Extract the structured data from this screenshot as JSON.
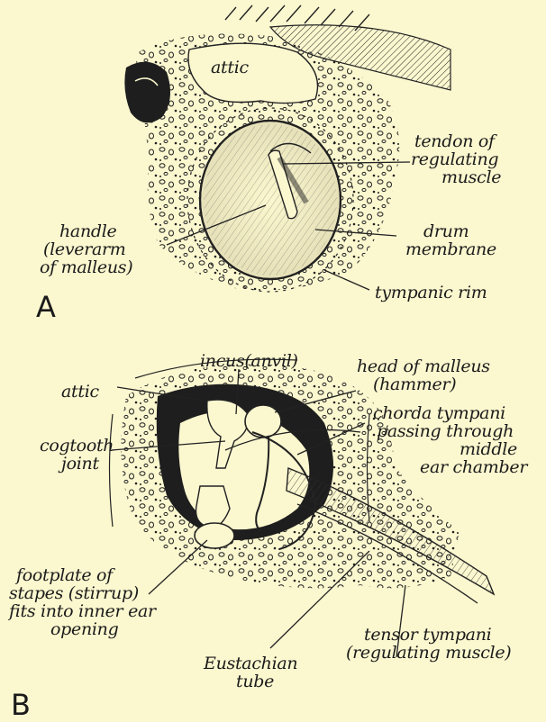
{
  "panels": {
    "a": "A",
    "b": "B"
  },
  "labels_a": {
    "attic": "attic",
    "tendon_1": "tendon of",
    "tendon_2": "regulating",
    "tendon_3": "muscle",
    "drum_1": "drum",
    "drum_2": "membrane",
    "handle_1": "handle",
    "handle_2": "(leverarm",
    "handle_3": "of malleus)",
    "rim": "tympanic rim"
  },
  "labels_b": {
    "incus": "incus(anvil)",
    "head_1": "head of malleus",
    "head_2": "(hammer)",
    "attic": "attic",
    "chorda_1": "chorda tympani",
    "chorda_2": "passing through",
    "chorda_3": "middle",
    "chorda_4": "ear chamber",
    "cog_1": "cogtooth",
    "cog_2": "joint",
    "foot_1": "footplate of",
    "foot_2": "stapes (stirrup)",
    "foot_3": "fits into inner ear",
    "foot_4": "opening",
    "eust_1": "Eustachian",
    "eust_2": "tube",
    "tensor_1": "tensor tympani",
    "tensor_2": "(regulating muscle)"
  }
}
